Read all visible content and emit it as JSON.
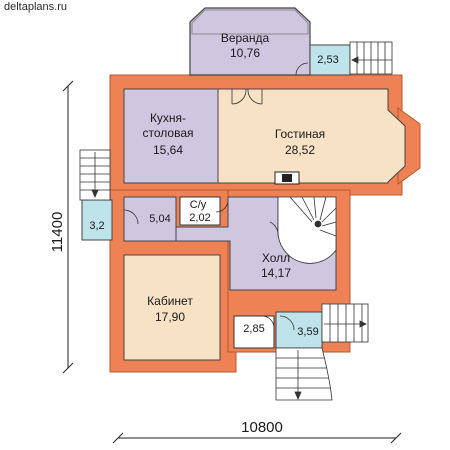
{
  "site": "deltaplans.ru",
  "dimensions": {
    "width": "10800",
    "height": "11400"
  },
  "rooms": [
    {
      "id": "veranda",
      "name": "Веранда",
      "area": "10,76"
    },
    {
      "id": "porch-top",
      "name": "",
      "area": "2,53"
    },
    {
      "id": "kitchen",
      "name_line1": "Кухня-",
      "name_line2": "столовая",
      "area": "15,64"
    },
    {
      "id": "living",
      "name": "Гостиная",
      "area": "28,52"
    },
    {
      "id": "porch-left",
      "name": "",
      "area": "3,2"
    },
    {
      "id": "corridor",
      "name": "",
      "area": "5,04"
    },
    {
      "id": "wc",
      "name": "С/у",
      "area": "2,02"
    },
    {
      "id": "hall",
      "name": "Холл",
      "area": "14,17"
    },
    {
      "id": "study",
      "name": "Кабинет",
      "area": "17,90"
    },
    {
      "id": "storage",
      "name": "",
      "area": "2,85"
    },
    {
      "id": "porch-bottom",
      "name": "",
      "area": "3,59"
    }
  ],
  "colors": {
    "wall": "#ee8255",
    "wall_edge": "#b35a30",
    "room_lilac": "#cfc7df",
    "room_peach": "#f7e2c6",
    "room_blue": "#bfe3ea",
    "room_white": "#ffffff"
  }
}
